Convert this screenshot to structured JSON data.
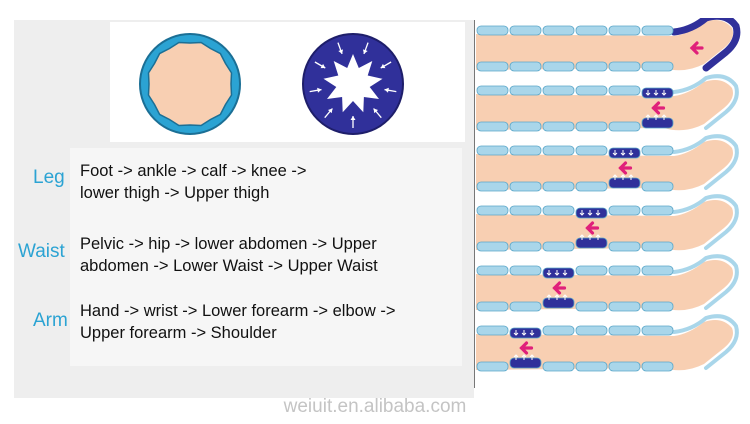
{
  "categories": [
    {
      "id": "leg",
      "label": "Leg",
      "lines": [
        "Foot -> ankle -> calf -> knee ->",
        "lower thigh -> Upper thigh"
      ]
    },
    {
      "id": "waist",
      "label": "Waist",
      "lines": [
        "Pelvic -> hip -> lower abdomen -> Upper",
        "abdomen -> Lower Waist -> Upper Waist"
      ]
    },
    {
      "id": "arm",
      "label": "Arm",
      "lines": [
        "Hand -> wrist -> Lower forearm -> elbow ->",
        "Upper forearm -> Shoulder"
      ]
    }
  ],
  "watermark": "weiuit.en.alibaba.com",
  "colors": {
    "accent_blue": "#2ba3d3",
    "sleeve_light": "#a9d6ea",
    "chamber_dark": "#30309a",
    "skin": "#f8cfb2",
    "arrow_pink": "#e0207a"
  },
  "icons": {
    "cuff_relaxed": "circle-cuff-icon",
    "cuff_compressed": "star-cuff-icon",
    "push_arrow": "pink-arrow-icon"
  },
  "leg_sequence_steps": 6
}
